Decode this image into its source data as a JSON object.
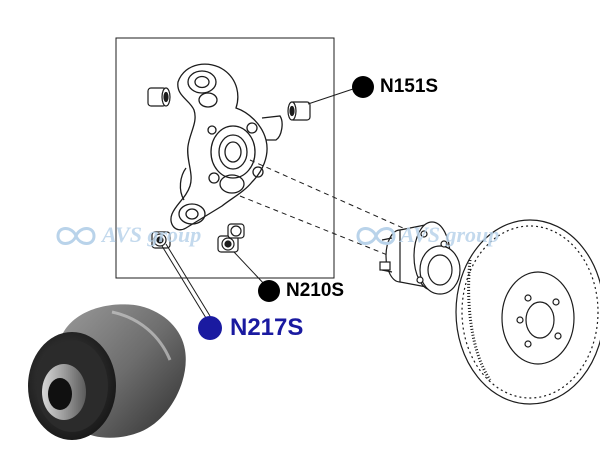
{
  "callouts": [
    {
      "id": "N151S",
      "label": "N151S",
      "dot_color": "#000000",
      "text_color": "#000000"
    },
    {
      "id": "N210S",
      "label": "N210S",
      "dot_color": "#000000",
      "text_color": "#000000"
    },
    {
      "id": "N217S",
      "label": "N217S",
      "dot_color": "#1a1aa0",
      "text_color": "#1a1aa0"
    }
  ],
  "watermark": {
    "text_left": "AVS group",
    "text_right": "AVS group",
    "color": "#b9d3ea"
  },
  "colors": {
    "line": "#1c1c1c",
    "bushing_dark": "#2a2a2a",
    "bushing_light": "#8d8d8d"
  }
}
